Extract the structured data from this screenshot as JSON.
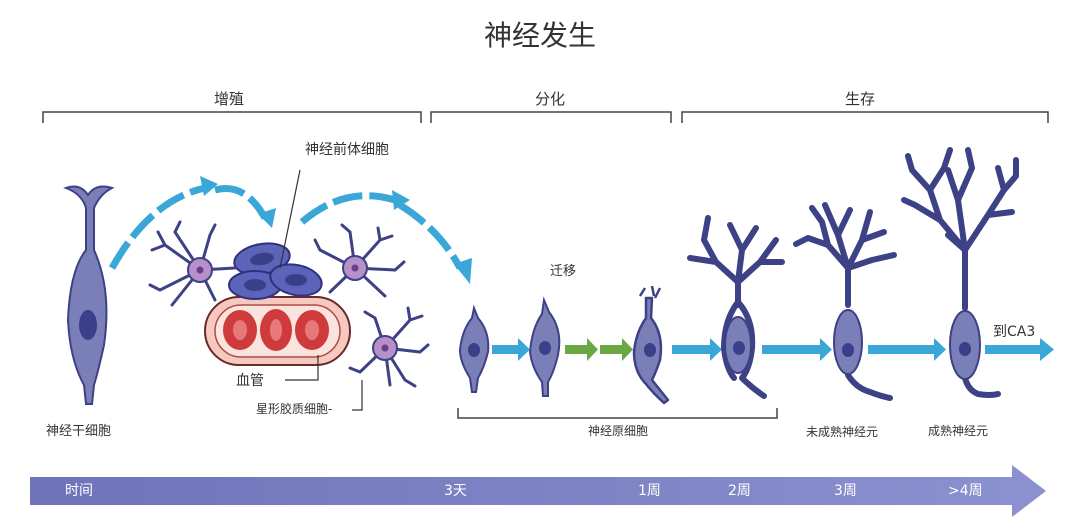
{
  "title": "神经发生",
  "stages": {
    "proliferation": "增殖",
    "differentiation": "分化",
    "survival": "生存"
  },
  "labels": {
    "neural_stem_cell": "神经干细胞",
    "neural_precursor": "神经前体细胞",
    "blood_vessel": "血管",
    "astrocyte": "星形胶质细胞-",
    "migration": "迁移",
    "neuroblast": "神经原细胞",
    "immature_neuron": "未成熟神经元",
    "mature_neuron": "成熟神经元",
    "to_ca3": "到CA3"
  },
  "timeline": {
    "label": "时间",
    "ticks": [
      "3天",
      "1周",
      "2周",
      "3周",
      ">4周"
    ]
  },
  "colors": {
    "cell_fill": "#7b7fb8",
    "cell_stroke": "#3d4185",
    "nucleus": "#3a3f8a",
    "astro_body": "#b78fc9",
    "vessel_fill": "#f6c9c0",
    "rbc": "#cf3a3d",
    "arrow_blue": "#3aa7d8",
    "arrow_green": "#6aa844",
    "axis_bar": "#7a80c2"
  }
}
